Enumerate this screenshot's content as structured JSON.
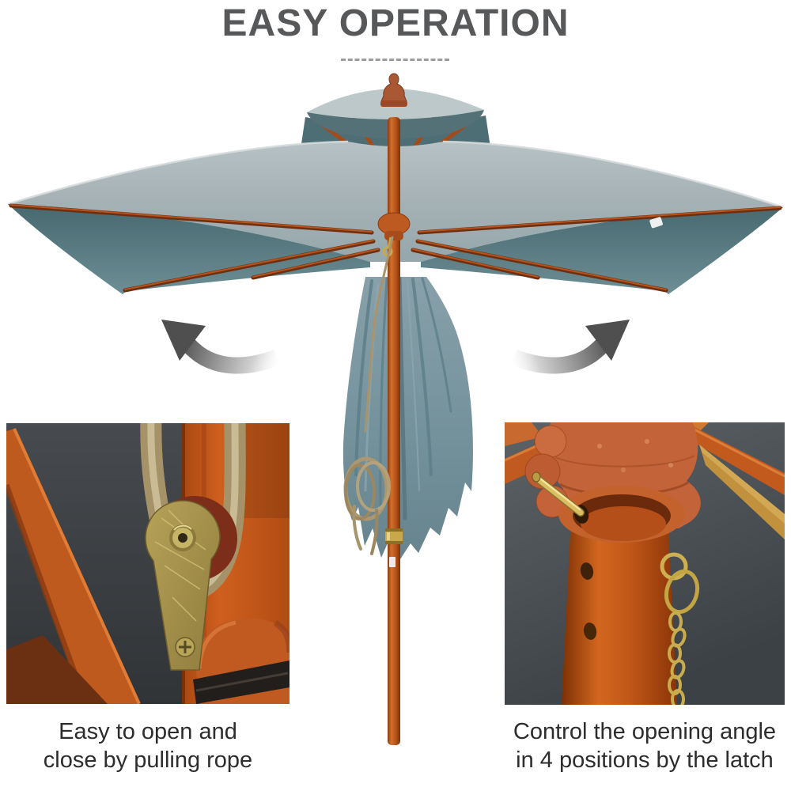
{
  "header": {
    "title": "EASY OPERATION"
  },
  "style": {
    "title_color": "#57585a",
    "caption_color": "#2d2d2d",
    "divider_color": "#9c9c9c",
    "arrow_color": "#4d4d4d",
    "canopy_top_color": "#a7b3b6",
    "canopy_underside_color": "#547279",
    "drape_color": "#7b97a1",
    "wood_pole_color": "#b5531a",
    "wood_rib_color": "#7e3512",
    "brass_color": "#a8954c",
    "rope_color": "#b6a379",
    "closeup_background": "#3f4143"
  },
  "umbrella": {
    "description": "Double-top square patio umbrella with wooden pole and ribs, canopy half closed around the pole",
    "tiers": 2,
    "finial": "wood-finial"
  },
  "arrows": [
    {
      "icon": "curved-arrow-up-left",
      "side": "left"
    },
    {
      "icon": "curved-arrow-up-right",
      "side": "right"
    }
  ],
  "features": [
    {
      "id": "pulley-rope",
      "photo": "rope-pulley-closeup",
      "caption": "Easy to open and close by pulling rope"
    },
    {
      "id": "angle-latch",
      "photo": "latch-pin-closeup",
      "caption": "Control the opening angle in 4 positions by the latch"
    }
  ]
}
